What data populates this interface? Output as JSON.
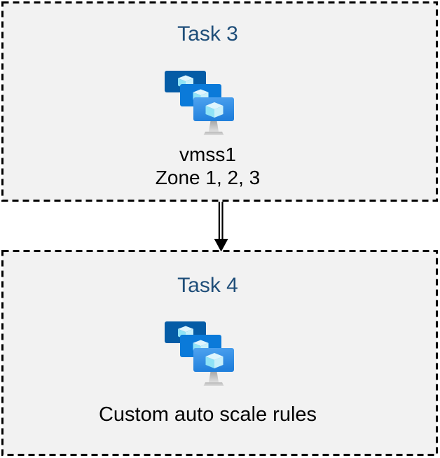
{
  "diagram": {
    "boxes": [
      {
        "title": "Task 3",
        "icon": "vm-scale-sets",
        "lines": [
          "vmss1",
          "Zone 1, 2, 3"
        ]
      },
      {
        "title": "Task 4",
        "icon": "vm-scale-sets",
        "lines": [
          "Custom auto scale rules"
        ]
      }
    ],
    "connector": {
      "type": "double-line-arrow-down"
    }
  },
  "colors": {
    "page_background": "#FFFFFF",
    "box_background": "#F2F2F2",
    "box_border": "#000000",
    "title_text": "#1F4E79",
    "body_text": "#000000",
    "arrow": "#000000",
    "icon_screen_back": "#055CA6",
    "icon_screen_middle": "#0B7AD9",
    "icon_screen_front_top": "#4FA3F0",
    "icon_screen_front_bottom": "#2180DC",
    "icon_cube_top": "#DFF5FD",
    "icon_cube_left": "#8FE3F6",
    "icon_cube_right": "#C8F0FA",
    "icon_stand_top": "#A6A6A6",
    "icon_stand_bottom": "#E0E0E0",
    "icon_base_top": "#B9B9B9",
    "icon_base_bottom": "#DCDCDC"
  }
}
